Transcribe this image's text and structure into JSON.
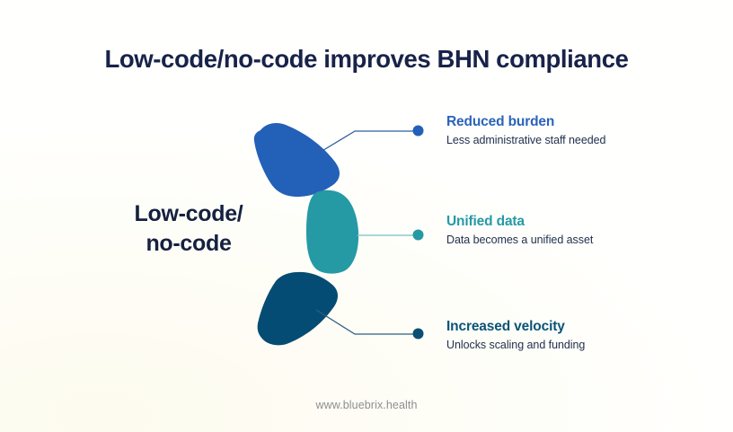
{
  "slide": {
    "title": "Low-code/no-code improves BHN compliance",
    "center_label_line1": "Low-code/",
    "center_label_line2": "no-code",
    "footer_url": "www.bluebrix.health",
    "background_color": "#fffffa"
  },
  "colors": {
    "blue": "#2360b8",
    "teal": "#259aa5",
    "navy": "#054c74",
    "title_text": "#18234a",
    "body_text": "#22314f",
    "footer_text": "#8d8f92"
  },
  "callouts": [
    {
      "head": "Reduced burden",
      "sub": "Less administrative staff needed",
      "color": "#2a63bb",
      "segment_color": "#2360b8"
    },
    {
      "head": "Unified data",
      "sub": "Data becomes a unified asset",
      "color": "#249aa5",
      "segment_color": "#259aa5"
    },
    {
      "head": "Increased velocity",
      "sub": "Unlocks scaling and funding",
      "color": "#0a5378",
      "segment_color": "#054c74"
    }
  ]
}
